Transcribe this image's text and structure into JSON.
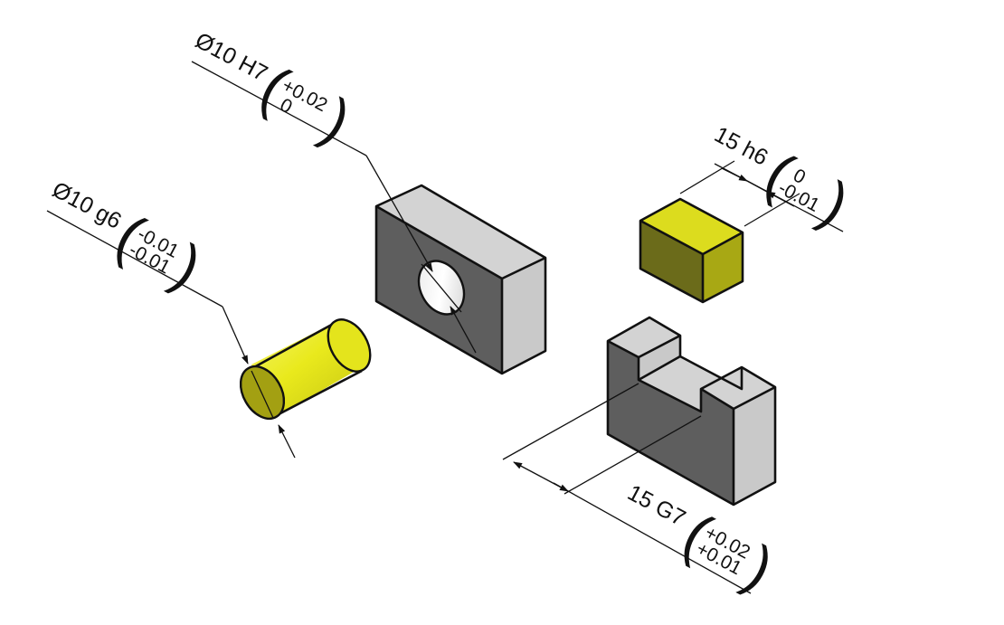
{
  "colors": {
    "face_top": "#d3d3d3",
    "face_front": "#5e5e5e",
    "face_side": "#c9c9c9",
    "yellow_light": "#dcdc1e",
    "yellow_mid": "#a8a814",
    "yellow_dark": "#6b6b1a",
    "cyl_body": "#e6e61e"
  },
  "annotations": {
    "hole": {
      "nominal": "Ø10 H7",
      "upper": "+0.02",
      "lower": "0"
    },
    "shaft": {
      "nominal": "Ø10 g6",
      "upper": "-0.01",
      "lower": "-0.01"
    },
    "block": {
      "nominal": "15 h6",
      "upper": "0",
      "lower": "-0.01"
    },
    "slot": {
      "nominal": "15 G7",
      "upper": "+0.02",
      "lower": "+0.01"
    }
  },
  "parts": [
    {
      "name": "Ø10 g6 cylinder",
      "color": "yellow"
    },
    {
      "name": "plate with Ø10 H7 hole",
      "color": "gray"
    },
    {
      "name": "15 h6 block",
      "color": "yellow"
    },
    {
      "name": "U-block with 15 G7 slot",
      "color": "gray"
    }
  ]
}
